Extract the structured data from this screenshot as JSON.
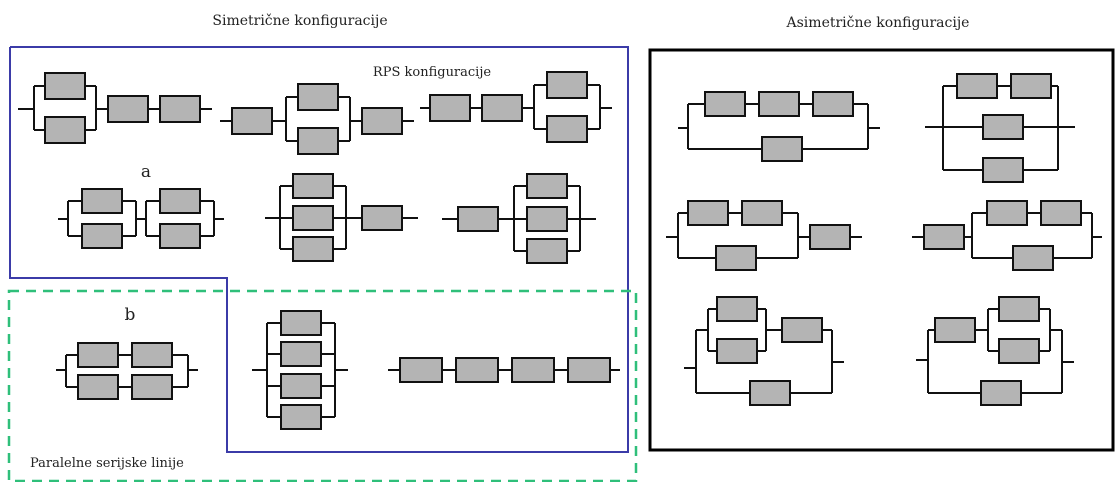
{
  "titles": {
    "symmetric": "Simetrične konfiguracije",
    "asymmetric": "Asimetrične konfiguracije"
  },
  "labels": {
    "rps": "RPS konfiguracije",
    "a": "a",
    "b": "b",
    "parallel_serial": "Paralelne serijske linije"
  },
  "colors": {
    "rps_border": "#3b3ba8",
    "parallel_border": "#2fbf7a",
    "asym_border": "#000000",
    "machine_fill": "#b4b4b4",
    "line": "#111111"
  }
}
